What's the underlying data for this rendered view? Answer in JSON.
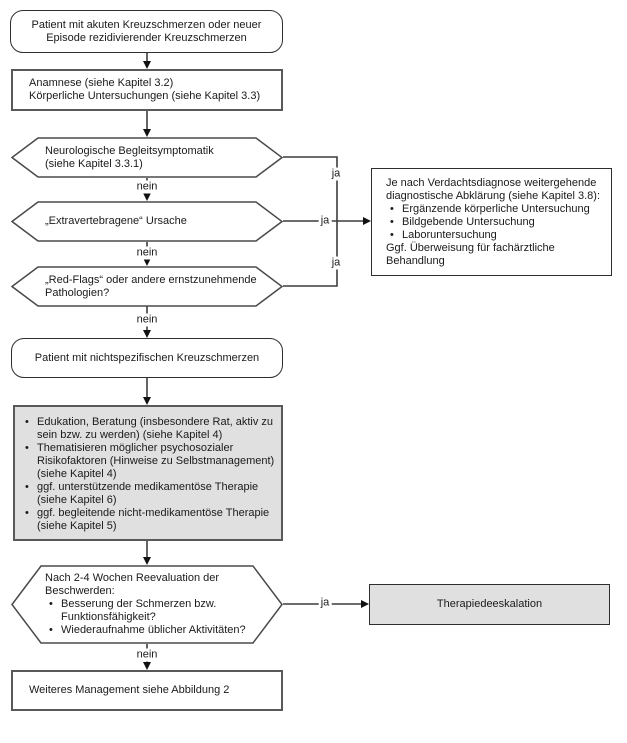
{
  "labels": {
    "yes": "ja",
    "no": "nein",
    "bullet": "•"
  },
  "colors": {
    "background": "#ffffff",
    "shape_fill": "#ffffff",
    "gray_fill": "#e0e0e0",
    "border_dark": "#2e2e2e",
    "border_gray": "#595959",
    "line": "#3d3d3d",
    "text": "#1a1a1a"
  },
  "nodes": {
    "start": {
      "text": "Patient mit akuten Kreuzschmerzen oder neuer\nEpisode rezidivierender Kreuzschmerzen"
    },
    "anamnese": {
      "text": "Anamnese (siehe Kapitel 3.2)\nKörperliche Untersuchungen (siehe Kapitel 3.3)"
    },
    "neuro": {
      "text": "Neurologische Begleitsymptomatik\n(siehe Kapitel 3.3.1)"
    },
    "extra": {
      "text": "„Extravertebragene“ Ursache"
    },
    "redflags": {
      "text": "„Red-Flags“ oder andere ernstzunehmende\nPathologien?"
    },
    "nonspecific": {
      "text": "Patient mit nichtspezifischen Kreuzschmerzen"
    },
    "edu": {
      "bullets": [
        "Edukation, Beratung (insbesondere Rat, aktiv zu sein bzw. zu werden) (siehe Kapitel 4)",
        "Thematisieren möglicher psychosozialer Risikofaktoren (Hinweise zu Selbstmanagement) (siehe Kapitel 4)",
        "ggf. unterstützende medikamentöse Therapie (siehe Kapitel 6)",
        "ggf. begleitende nicht-medikamentöse Therapie (siehe Kapitel 5)"
      ]
    },
    "diag": {
      "intro": "Je nach Verdachtsdiagnose weitergehende\ndiagnostische Abklärung (siehe Kapitel 3.8):",
      "bullets": [
        "Ergänzende körperliche Untersuchung",
        "Bildgebende Untersuchung",
        "Laboruntersuchung"
      ],
      "outro": "Ggf. Überweisung für fachärztliche\nBehandlung"
    },
    "reeval": {
      "intro": "Nach 2-4 Wochen Reevaluation der\nBeschwerden:",
      "bullets": [
        "Besserung der Schmerzen bzw.\nFunktionsfähigkeit?",
        "Wiederaufnahme üblicher Aktivitäten?"
      ]
    },
    "deesc": {
      "text": "Therapiedeeskalation"
    },
    "mgmt": {
      "text": "Weiteres Management siehe Abbildung 2"
    }
  }
}
